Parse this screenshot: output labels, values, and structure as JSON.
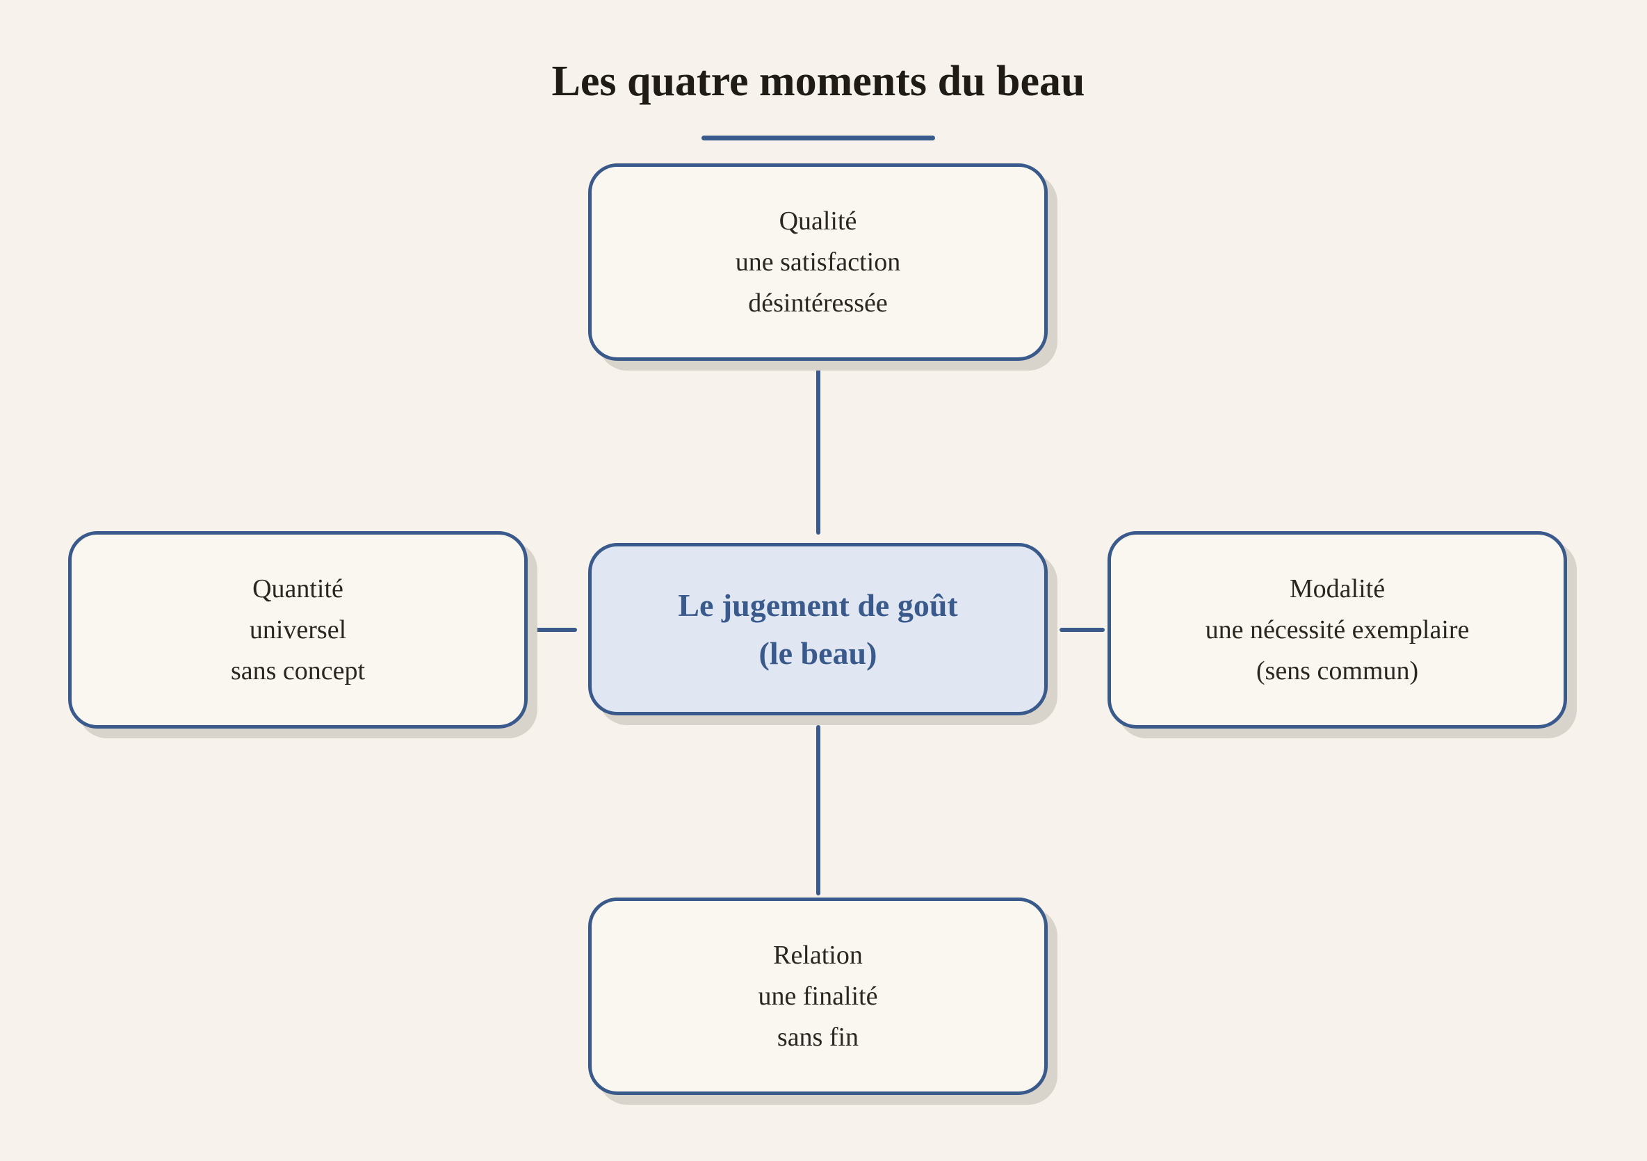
{
  "diagram": {
    "title": "Les quatre moments du beau",
    "center": {
      "lines": [
        "Le jugement de goût",
        "(le beau)"
      ]
    },
    "nodes": {
      "top": {
        "lines": [
          "Qualité",
          "une satisfaction",
          "désintéressée"
        ]
      },
      "left": {
        "lines": [
          "Quantité",
          "universel",
          "sans concept"
        ]
      },
      "right": {
        "lines": [
          "Modalité",
          "une nécessité exemplaire",
          "(sens commun)"
        ]
      },
      "bottom": {
        "lines": [
          "Relation",
          "une finalité",
          "sans fin"
        ]
      }
    }
  },
  "colors": {
    "background": "#f7f3ec",
    "accent": "#3b5a8c",
    "center_fill": "#e0e7f3",
    "box_fill": "#faf7f1",
    "shadow": "#d8d3cb",
    "text": "#2a2622"
  }
}
